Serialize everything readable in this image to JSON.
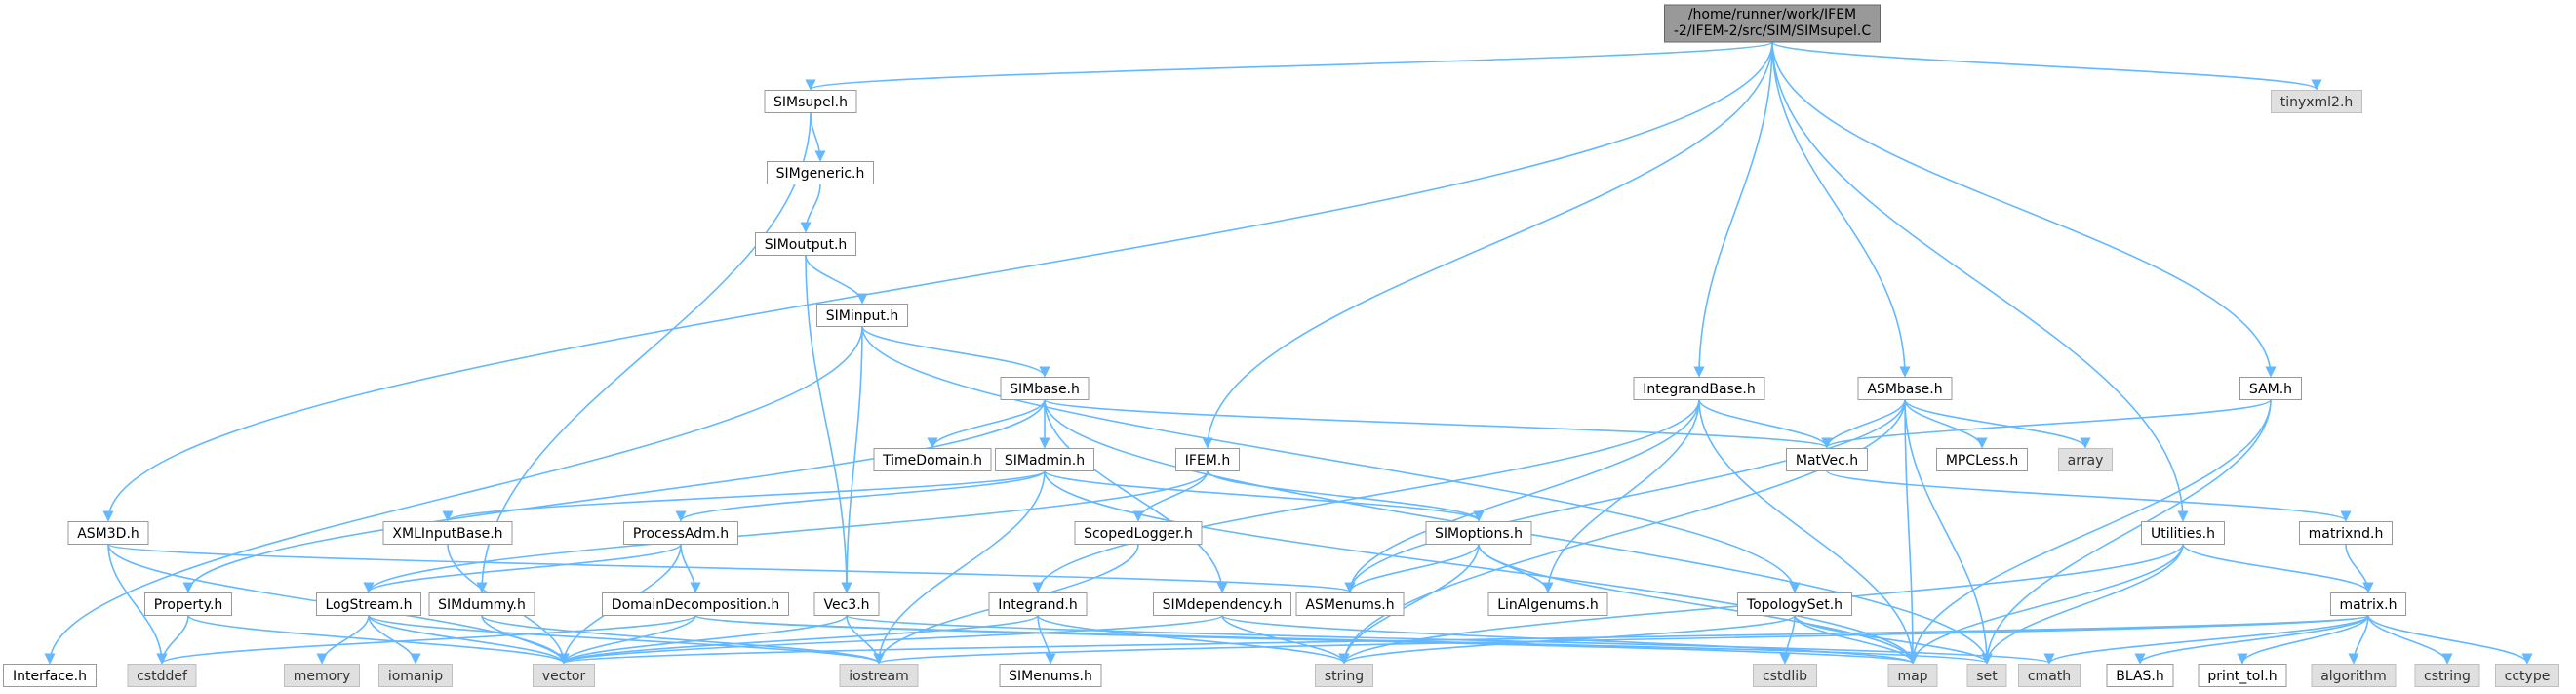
{
  "colors": {
    "edge": "#63b8ff",
    "root_fill": "#999999",
    "system_fill": "#e0e0e0",
    "normal_fill": "#ffffff",
    "border": "#999999"
  },
  "nodes": [
    {
      "id": "root",
      "label": [
        "/home/runner/work/IFEM",
        "-2/IFEM-2/src/SIM/SIMsupel.C"
      ],
      "kind": "root"
    },
    {
      "id": "SIMsupel_h",
      "label": [
        "SIMsupel.h"
      ],
      "kind": "normal"
    },
    {
      "id": "tinyxml2_h",
      "label": [
        "tinyxml2.h"
      ],
      "kind": "system"
    },
    {
      "id": "SIMgeneric_h",
      "label": [
        "SIMgeneric.h"
      ],
      "kind": "normal"
    },
    {
      "id": "SIMoutput_h",
      "label": [
        "SIMoutput.h"
      ],
      "kind": "normal"
    },
    {
      "id": "SIMinput_h",
      "label": [
        "SIMinput.h"
      ],
      "kind": "normal"
    },
    {
      "id": "SIMbase_h",
      "label": [
        "SIMbase.h"
      ],
      "kind": "normal"
    },
    {
      "id": "IntegrandBase_h",
      "label": [
        "IntegrandBase.h"
      ],
      "kind": "normal"
    },
    {
      "id": "ASMbase_h",
      "label": [
        "ASMbase.h"
      ],
      "kind": "normal"
    },
    {
      "id": "SAM_h",
      "label": [
        "SAM.h"
      ],
      "kind": "normal"
    },
    {
      "id": "TimeDomain_h",
      "label": [
        "TimeDomain.h"
      ],
      "kind": "normal"
    },
    {
      "id": "SIMadmin_h",
      "label": [
        "SIMadmin.h"
      ],
      "kind": "normal"
    },
    {
      "id": "IFEM_h",
      "label": [
        "IFEM.h"
      ],
      "kind": "normal"
    },
    {
      "id": "MatVec_h",
      "label": [
        "MatVec.h"
      ],
      "kind": "normal"
    },
    {
      "id": "MPCLess_h",
      "label": [
        "MPCLess.h"
      ],
      "kind": "normal"
    },
    {
      "id": "array",
      "label": [
        "array"
      ],
      "kind": "system"
    },
    {
      "id": "ASM3D_h",
      "label": [
        "ASM3D.h"
      ],
      "kind": "normal"
    },
    {
      "id": "XMLInputBase_h",
      "label": [
        "XMLInputBase.h"
      ],
      "kind": "normal"
    },
    {
      "id": "ProcessAdm_h",
      "label": [
        "ProcessAdm.h"
      ],
      "kind": "normal"
    },
    {
      "id": "ScopedLogger_h",
      "label": [
        "ScopedLogger.h"
      ],
      "kind": "normal"
    },
    {
      "id": "SIMoptions_h",
      "label": [
        "SIMoptions.h"
      ],
      "kind": "normal"
    },
    {
      "id": "Utilities_h",
      "label": [
        "Utilities.h"
      ],
      "kind": "normal"
    },
    {
      "id": "matrixnd_h",
      "label": [
        "matrixnd.h"
      ],
      "kind": "normal"
    },
    {
      "id": "Property_h",
      "label": [
        "Property.h"
      ],
      "kind": "normal"
    },
    {
      "id": "LogStream_h",
      "label": [
        "LogStream.h"
      ],
      "kind": "normal"
    },
    {
      "id": "SIMdummy_h",
      "label": [
        "SIMdummy.h"
      ],
      "kind": "normal"
    },
    {
      "id": "DomainDecomposition_h",
      "label": [
        "DomainDecomposition.h"
      ],
      "kind": "normal"
    },
    {
      "id": "Vec3_h",
      "label": [
        "Vec3.h"
      ],
      "kind": "normal"
    },
    {
      "id": "ASMenums_h",
      "label": [
        "ASMenums.h"
      ],
      "kind": "normal"
    },
    {
      "id": "Integrand_h",
      "label": [
        "Integrand.h"
      ],
      "kind": "normal"
    },
    {
      "id": "SIMdependency_h",
      "label": [
        "SIMdependency.h"
      ],
      "kind": "normal"
    },
    {
      "id": "LinAlgenums_h",
      "label": [
        "LinAlgenums.h"
      ],
      "kind": "normal"
    },
    {
      "id": "TopologySet_h",
      "label": [
        "TopologySet.h"
      ],
      "kind": "normal"
    },
    {
      "id": "matrix_h",
      "label": [
        "matrix.h"
      ],
      "kind": "normal"
    },
    {
      "id": "Interface_h",
      "label": [
        "Interface.h"
      ],
      "kind": "normal"
    },
    {
      "id": "cstddef",
      "label": [
        "cstddef"
      ],
      "kind": "system"
    },
    {
      "id": "memory",
      "label": [
        "memory"
      ],
      "kind": "system"
    },
    {
      "id": "iomanip",
      "label": [
        "iomanip"
      ],
      "kind": "system"
    },
    {
      "id": "vector",
      "label": [
        "vector"
      ],
      "kind": "system"
    },
    {
      "id": "iostream",
      "label": [
        "iostream"
      ],
      "kind": "system"
    },
    {
      "id": "SIMenums_h",
      "label": [
        "SIMenums.h"
      ],
      "kind": "normal"
    },
    {
      "id": "string",
      "label": [
        "string"
      ],
      "kind": "system"
    },
    {
      "id": "cstdlib",
      "label": [
        "cstdlib"
      ],
      "kind": "system"
    },
    {
      "id": "map",
      "label": [
        "map"
      ],
      "kind": "system"
    },
    {
      "id": "set",
      "label": [
        "set"
      ],
      "kind": "system"
    },
    {
      "id": "cmath",
      "label": [
        "cmath"
      ],
      "kind": "system"
    },
    {
      "id": "BLAS_h",
      "label": [
        "BLAS.h"
      ],
      "kind": "normal"
    },
    {
      "id": "print_tol_h",
      "label": [
        "print_tol.h"
      ],
      "kind": "normal"
    },
    {
      "id": "algorithm",
      "label": [
        "algorithm"
      ],
      "kind": "system"
    },
    {
      "id": "cstring",
      "label": [
        "cstring"
      ],
      "kind": "system"
    },
    {
      "id": "cctype",
      "label": [
        "cctype"
      ],
      "kind": "system"
    }
  ],
  "edges": [
    [
      "root",
      "SIMsupel_h"
    ],
    [
      "root",
      "tinyxml2_h"
    ],
    [
      "root",
      "ASM3D_h"
    ],
    [
      "root",
      "IFEM_h"
    ],
    [
      "root",
      "IntegrandBase_h"
    ],
    [
      "root",
      "ASMbase_h"
    ],
    [
      "root",
      "Utilities_h"
    ],
    [
      "root",
      "SAM_h"
    ],
    [
      "SIMsupel_h",
      "SIMgeneric_h"
    ],
    [
      "SIMsupel_h",
      "SIMdummy_h"
    ],
    [
      "SIMgeneric_h",
      "SIMoutput_h"
    ],
    [
      "SIMoutput_h",
      "SIMinput_h"
    ],
    [
      "SIMoutput_h",
      "Vec3_h"
    ],
    [
      "SIMinput_h",
      "SIMbase_h"
    ],
    [
      "SIMinput_h",
      "Interface_h"
    ],
    [
      "SIMinput_h",
      "Vec3_h"
    ],
    [
      "SIMinput_h",
      "TopologySet_h"
    ],
    [
      "SIMbase_h",
      "TimeDomain_h"
    ],
    [
      "SIMbase_h",
      "SIMadmin_h"
    ],
    [
      "SIMbase_h",
      "Property_h"
    ],
    [
      "SIMbase_h",
      "SIMdependency_h"
    ],
    [
      "SIMbase_h",
      "MatVec_h"
    ],
    [
      "SIMbase_h",
      "set"
    ],
    [
      "SIMadmin_h",
      "XMLInputBase_h"
    ],
    [
      "SIMadmin_h",
      "ProcessAdm_h"
    ],
    [
      "SIMadmin_h",
      "SIMoptions_h"
    ],
    [
      "SIMadmin_h",
      "iostream"
    ],
    [
      "SIMadmin_h",
      "map"
    ],
    [
      "IFEM_h",
      "ScopedLogger_h"
    ],
    [
      "IFEM_h",
      "SIMoptions_h"
    ],
    [
      "IFEM_h",
      "LogStream_h"
    ],
    [
      "IntegrandBase_h",
      "Integrand_h"
    ],
    [
      "IntegrandBase_h",
      "MatVec_h"
    ],
    [
      "IntegrandBase_h",
      "ASMenums_h"
    ],
    [
      "IntegrandBase_h",
      "LinAlgenums_h"
    ],
    [
      "IntegrandBase_h",
      "map"
    ],
    [
      "ASMbase_h",
      "MatVec_h"
    ],
    [
      "ASMbase_h",
      "MPCLess_h"
    ],
    [
      "ASMbase_h",
      "array"
    ],
    [
      "ASMbase_h",
      "ASMenums_h"
    ],
    [
      "ASMbase_h",
      "string"
    ],
    [
      "ASMbase_h",
      "map"
    ],
    [
      "ASMbase_h",
      "set"
    ],
    [
      "SAM_h",
      "MatVec_h"
    ],
    [
      "SAM_h",
      "set"
    ],
    [
      "SAM_h",
      "map"
    ],
    [
      "MatVec_h",
      "matrixnd_h"
    ],
    [
      "matrixnd_h",
      "matrix_h"
    ],
    [
      "ASM3D_h",
      "ASMenums_h"
    ],
    [
      "ASM3D_h",
      "cstddef"
    ],
    [
      "ASM3D_h",
      "vector"
    ],
    [
      "XMLInputBase_h",
      "vector"
    ],
    [
      "ProcessAdm_h",
      "LogStream_h"
    ],
    [
      "ProcessAdm_h",
      "DomainDecomposition_h"
    ],
    [
      "ProcessAdm_h",
      "vector"
    ],
    [
      "ScopedLogger_h",
      "iostream"
    ],
    [
      "SIMoptions_h",
      "ASMenums_h"
    ],
    [
      "SIMoptions_h",
      "LinAlgenums_h"
    ],
    [
      "SIMoptions_h",
      "string"
    ],
    [
      "SIMoptions_h",
      "map"
    ],
    [
      "Utilities_h",
      "matrix_h"
    ],
    [
      "Utilities_h",
      "string"
    ],
    [
      "Utilities_h",
      "map"
    ],
    [
      "Utilities_h",
      "set"
    ],
    [
      "Property_h",
      "cstddef"
    ],
    [
      "Property_h",
      "vector"
    ],
    [
      "LogStream_h",
      "memory"
    ],
    [
      "LogStream_h",
      "iomanip"
    ],
    [
      "LogStream_h",
      "vector"
    ],
    [
      "LogStream_h",
      "iostream"
    ],
    [
      "SIMdummy_h",
      "vector"
    ],
    [
      "SIMdummy_h",
      "iostream"
    ],
    [
      "DomainDecomposition_h",
      "cstddef"
    ],
    [
      "DomainDecomposition_h",
      "vector"
    ],
    [
      "DomainDecomposition_h",
      "map"
    ],
    [
      "DomainDecomposition_h",
      "set"
    ],
    [
      "Vec3_h",
      "vector"
    ],
    [
      "Vec3_h",
      "iostream"
    ],
    [
      "Vec3_h",
      "cmath"
    ],
    [
      "Integrand_h",
      "SIMenums_h"
    ],
    [
      "Integrand_h",
      "vector"
    ],
    [
      "Integrand_h",
      "string"
    ],
    [
      "SIMdependency_h",
      "vector"
    ],
    [
      "SIMdependency_h",
      "string"
    ],
    [
      "SIMdependency_h",
      "map"
    ],
    [
      "TopologySet_h",
      "cstdlib"
    ],
    [
      "TopologySet_h",
      "string"
    ],
    [
      "TopologySet_h",
      "map"
    ],
    [
      "TopologySet_h",
      "set"
    ],
    [
      "matrix_h",
      "vector"
    ],
    [
      "matrix_h",
      "iostream"
    ],
    [
      "matrix_h",
      "cmath"
    ],
    [
      "matrix_h",
      "BLAS_h"
    ],
    [
      "matrix_h",
      "print_tol_h"
    ],
    [
      "matrix_h",
      "algorithm"
    ],
    [
      "matrix_h",
      "cstring"
    ],
    [
      "matrix_h",
      "cctype"
    ]
  ]
}
